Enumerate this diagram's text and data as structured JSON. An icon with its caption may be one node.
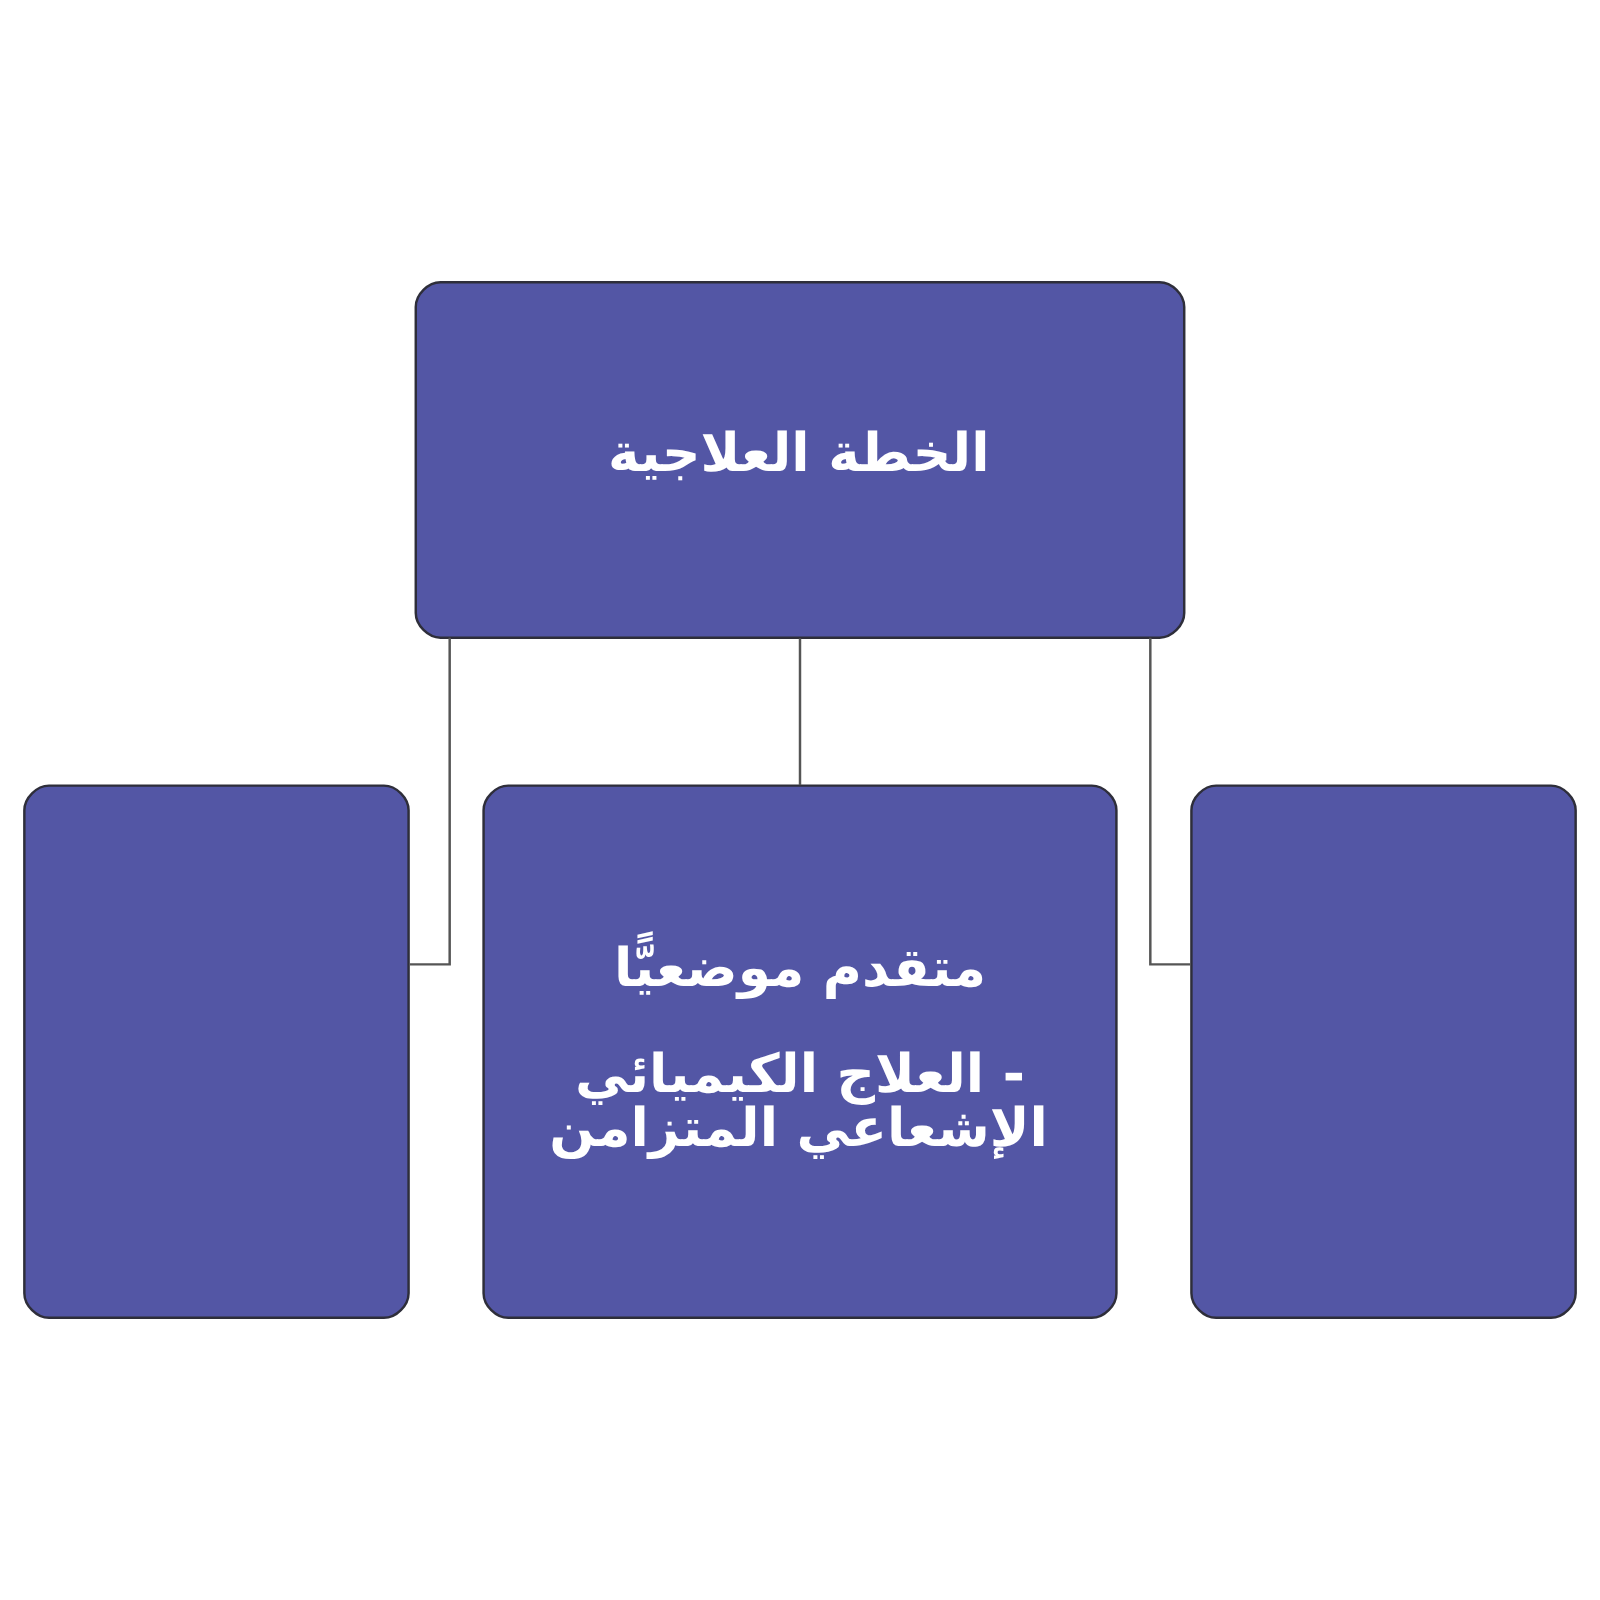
{
  "diagram": {
    "nodes": [
      {
        "text": [
          "الخطة العلاجية"
        ]
      },
      {
        "text": [],
        "shape": "box"
      },
      {
        "text": [
          "متقدم موضعيًّا",
          "العلاج الكيميائي - الإشعاعي المتزامن"
        ]
      },
      {
        "text": [],
        "shape": "box"
      }
    ],
    "edges": [
      {
        "from": 0,
        "to": 1,
        "arrow": "none"
      },
      {
        "from": 0,
        "to": 2,
        "arrow": "none"
      },
      {
        "from": 0,
        "to": 3,
        "arrow": "none"
      }
    ]
  }
}
